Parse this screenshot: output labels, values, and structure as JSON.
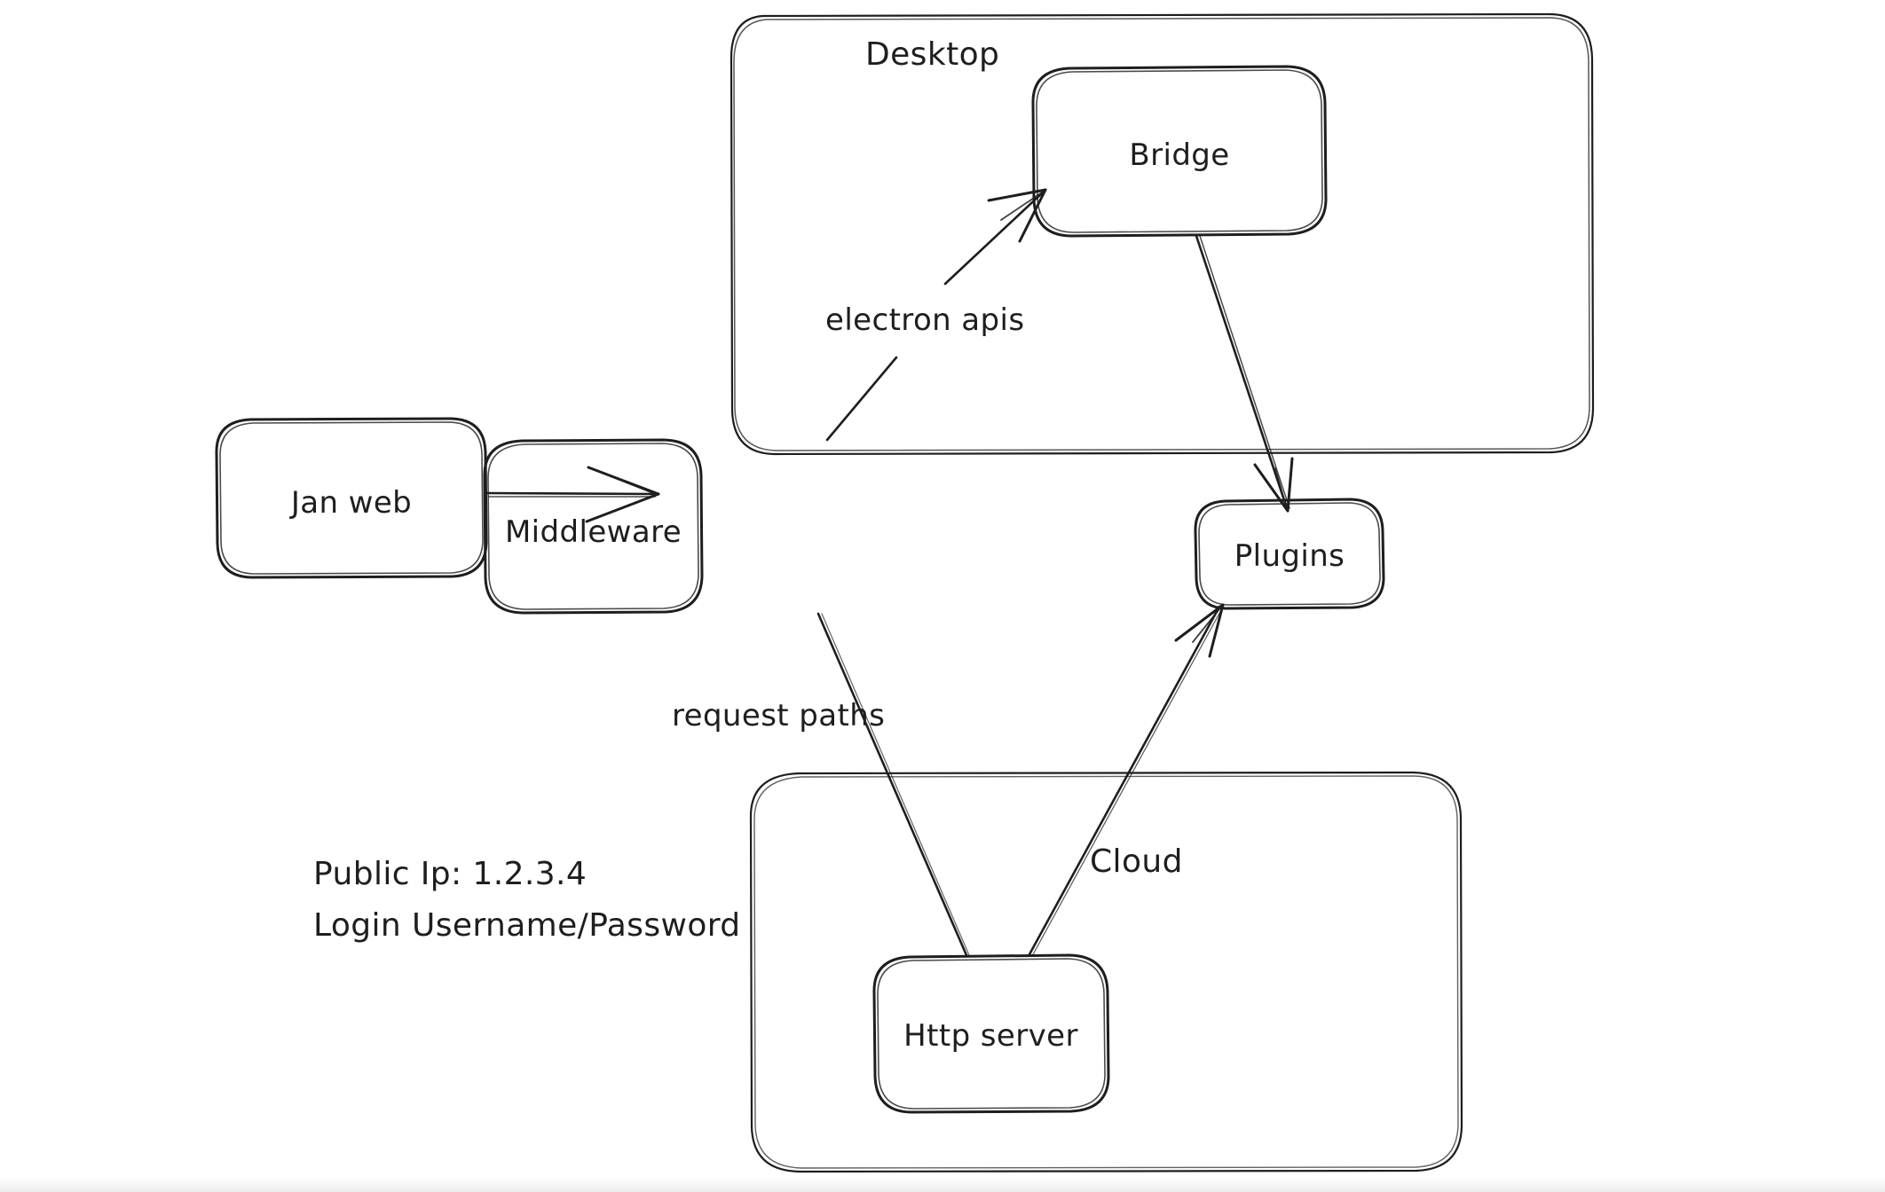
{
  "diagram": {
    "title": "Jan architecture diagram",
    "style": "hand-drawn sketch",
    "stroke_color": "#1e1e1e",
    "background_color": "#ffffff"
  },
  "groups": [
    {
      "id": "desktop",
      "label": "Desktop"
    },
    {
      "id": "cloud",
      "label": "Cloud"
    }
  ],
  "nodes": [
    {
      "id": "jan-web",
      "label": "Jan web"
    },
    {
      "id": "middleware",
      "label": "Middleware"
    },
    {
      "id": "bridge",
      "label": "Bridge"
    },
    {
      "id": "plugins",
      "label": "Plugins"
    },
    {
      "id": "http-server",
      "label": "Http server"
    }
  ],
  "edges": [
    {
      "id": "janweb-to-middleware",
      "from": "jan-web",
      "to": "middleware",
      "label": ""
    },
    {
      "id": "middleware-to-bridge",
      "from": "middleware",
      "to": "bridge",
      "label": "electron apis"
    },
    {
      "id": "bridge-to-plugins",
      "from": "bridge",
      "to": "plugins",
      "label": ""
    },
    {
      "id": "middleware-to-http-server",
      "from": "middleware",
      "to": "http-server",
      "label": "request paths"
    },
    {
      "id": "http-server-to-plugins",
      "from": "http-server",
      "to": "plugins",
      "label": ""
    }
  ],
  "notes": {
    "public_ip_line": "Public Ip: 1.2.3.4",
    "login_line": "Login Username/Password"
  }
}
